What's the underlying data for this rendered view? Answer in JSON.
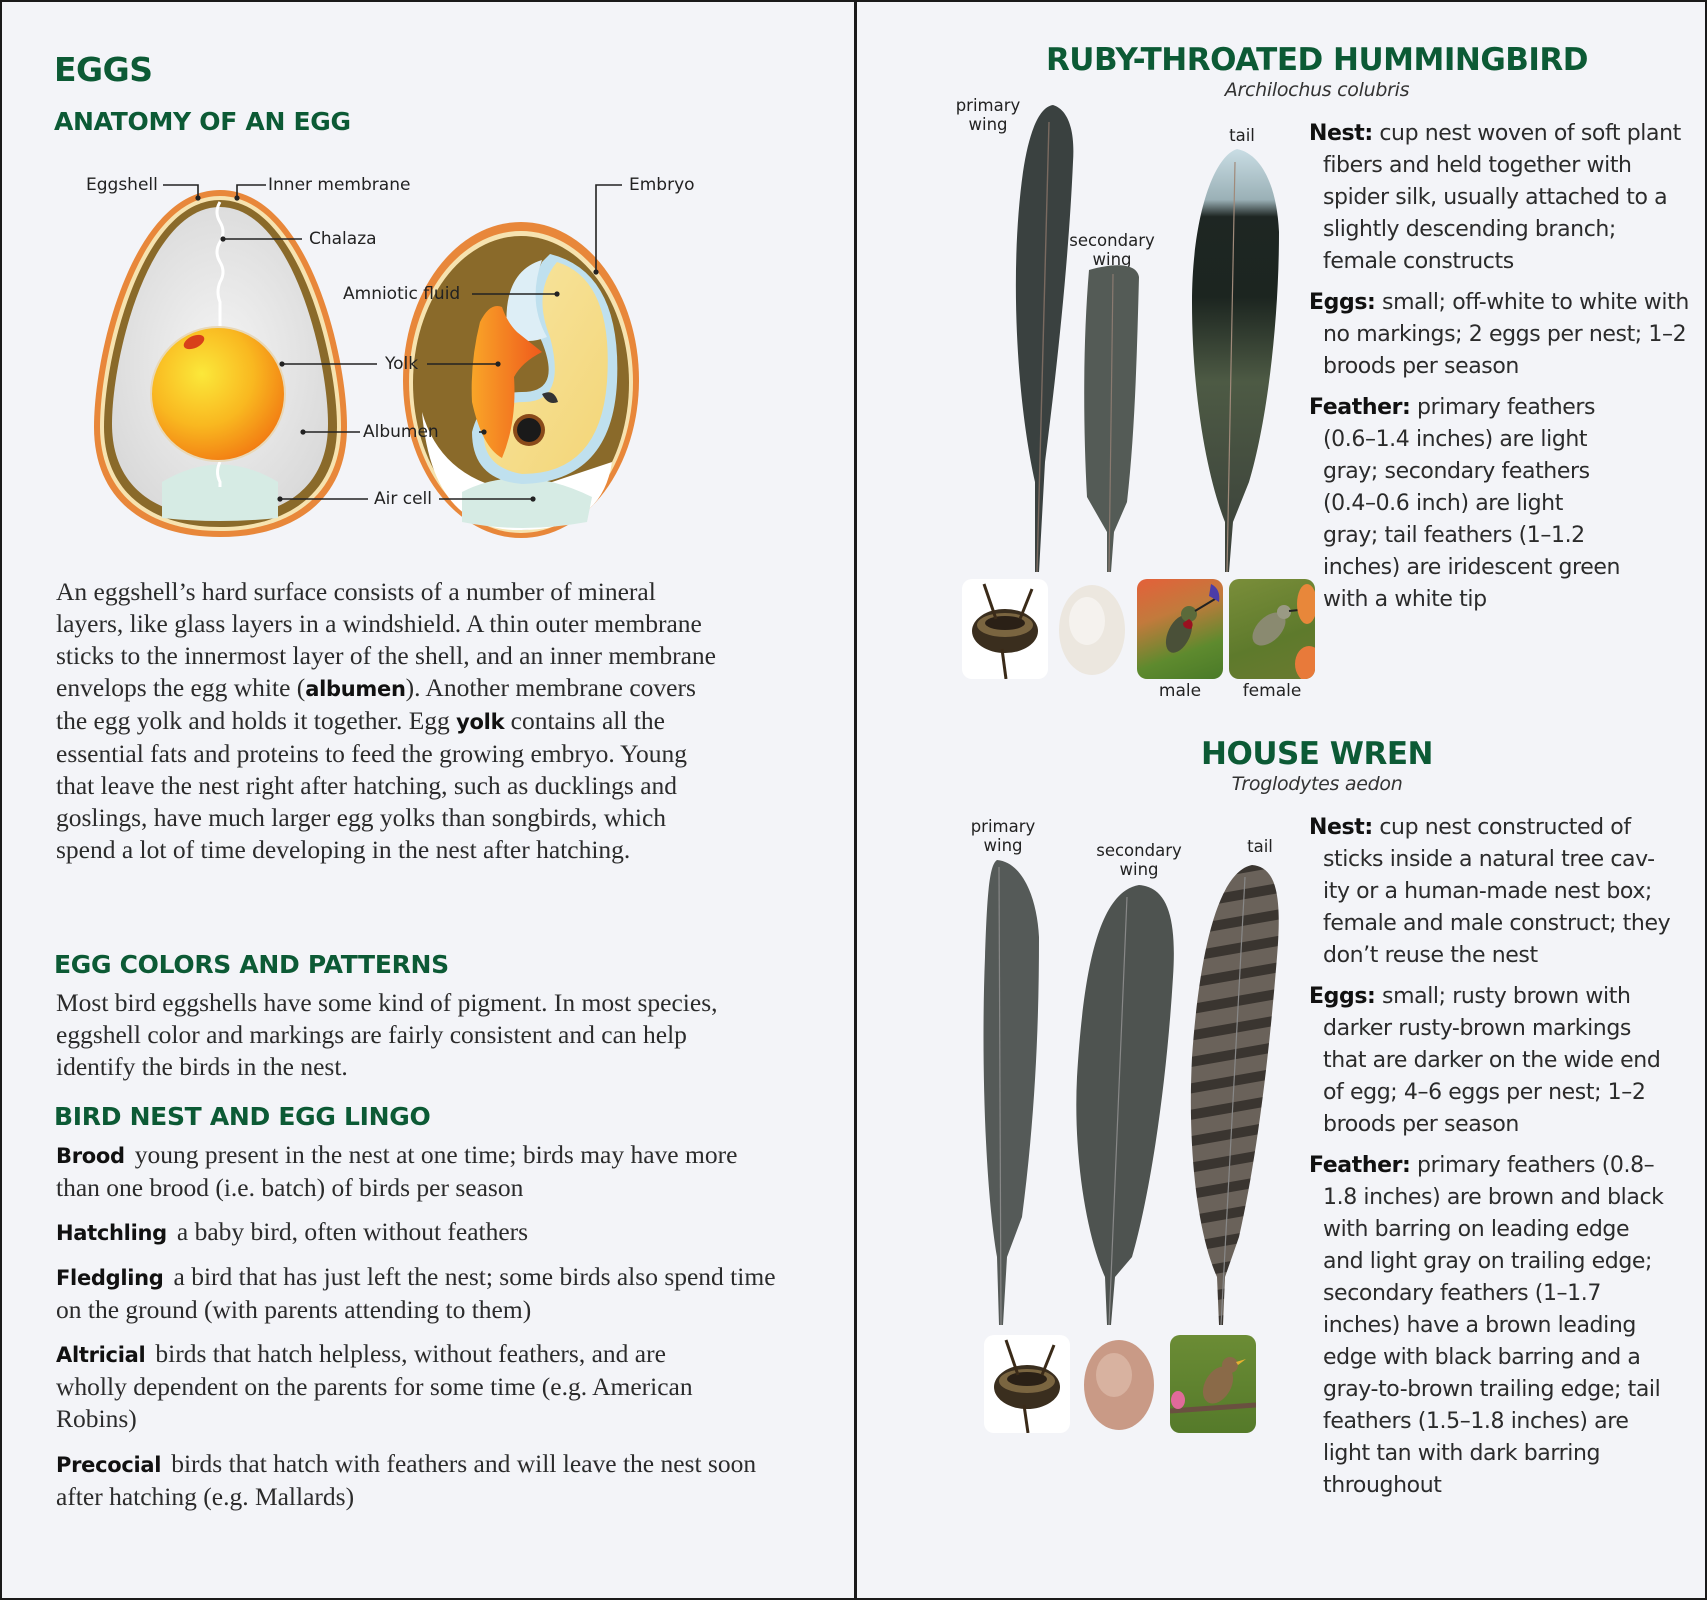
{
  "left_page": {
    "title": "EGGS",
    "anatomy_heading": "ANATOMY OF AN EGG",
    "diagram_labels": {
      "eggshell": "Eggshell",
      "inner_membrane": "Inner membrane",
      "chalaza": "Chalaza",
      "amniotic_fluid": "Amniotic fluid",
      "yolk": "Yolk",
      "albumen": "Albumen",
      "air_cell": "Air cell",
      "embryo": "Embryo"
    },
    "anatomy_paragraph": {
      "part1": "An eggshell’s hard surface consists of a number of mineral layers, like glass layers in a windshield. A thin outer membrane sticks to the innermost layer of the shell, and an inner membrane envelops the egg white (",
      "bold1": "albumen",
      "part2": "). Another membrane covers the egg yolk and holds it together. Egg ",
      "bold2": "yolk",
      "part3": " contains all the essential fats and proteins to feed the growing embryo. Young that leave the nest right after hatching, such as ducklings and goslings, have much larger egg yolks than songbirds, which spend a lot of time developing in the nest after hatching."
    },
    "colors_heading": "EGG COLORS AND PATTERNS",
    "colors_paragraph": "Most bird eggshells have some kind of pigment. In most species, eggshell color and markings are fairly consistent and can help identify the birds in the nest.",
    "lingo_heading": "BIRD NEST AND EGG LINGO",
    "lingo_terms": [
      {
        "term": "Brood",
        "definition": "young present in the nest at one time; birds may have more than one brood (i.e. batch) of birds per season"
      },
      {
        "term": "Hatchling",
        "definition": "a baby bird, often without feathers"
      },
      {
        "term": "Fledgling",
        "definition": "a bird that has just left the nest; some birds also spend time on the ground (with parents attending to them)"
      },
      {
        "term": "Altricial",
        "definition": "birds that hatch helpless, without feathers, and are wholly dependent on the parents for some time (e.g. American Robins)"
      },
      {
        "term": "Precocial",
        "definition": "birds that hatch with feathers and will leave the nest soon after hatching (e.g. Mallards)"
      }
    ]
  },
  "right_page": {
    "species": [
      {
        "name": "RUBY-THROATED HUMMINGBIRD",
        "scientific_name": "Archilochus colubris",
        "feather_labels": {
          "primary": "primary\nwing",
          "secondary": "secondary\nwing",
          "tail": "tail"
        },
        "photo_labels": {
          "male": "male",
          "female": "female"
        },
        "nest_label": "Nest:",
        "nest": "cup nest woven of soft plant fibers and held together with spider silk, usually attached to a slightly descending branch; female constructs",
        "eggs_label": "Eggs:",
        "eggs": "small; off-white to white with no markings; 2 eggs per nest; 1–2 broods per season",
        "feather_label": "Feather:",
        "feather": "primary feathers (0.6–1.4 inches) are light gray; secondary feathers (0.4–0.6 inch) are light gray; tail feathers (1–1.2 inches) are iridescent green with a white tip"
      },
      {
        "name": "HOUSE WREN",
        "scientific_name": "Troglodytes aedon",
        "feather_labels": {
          "primary": "primary\nwing",
          "secondary": "secondary\nwing",
          "tail": "tail"
        },
        "nest_label": "Nest:",
        "nest": "cup nest constructed of sticks inside a natural tree cav-ity or a human-made nest box; female and male construct; they don’t reuse the nest",
        "eggs_label": "Eggs:",
        "eggs": "small; rusty brown with darker rusty-brown markings that are darker on the wide end of egg; 4–6 eggs per nest; 1–2 broods per season",
        "feather_label": "Feather:",
        "feather": "primary feathers (0.8–1.8 inches) are brown and black with barring on leading edge and light gray on trailing edge; secondary feathers (1–1.7 inches) have a brown leading edge with black barring and a gray-to-brown trailing edge; tail feathers (1.5–1.8 inches) are light tan with dark barring throughout"
      }
    ]
  },
  "colors": {
    "heading_green": "#0c5a35",
    "page_background": "#f3f4f8",
    "eggshell_orange": "#e8873a",
    "yolk_orange": "#f59a1e",
    "air_cell": "#d6ebe4",
    "border": "#1a1a1a"
  }
}
